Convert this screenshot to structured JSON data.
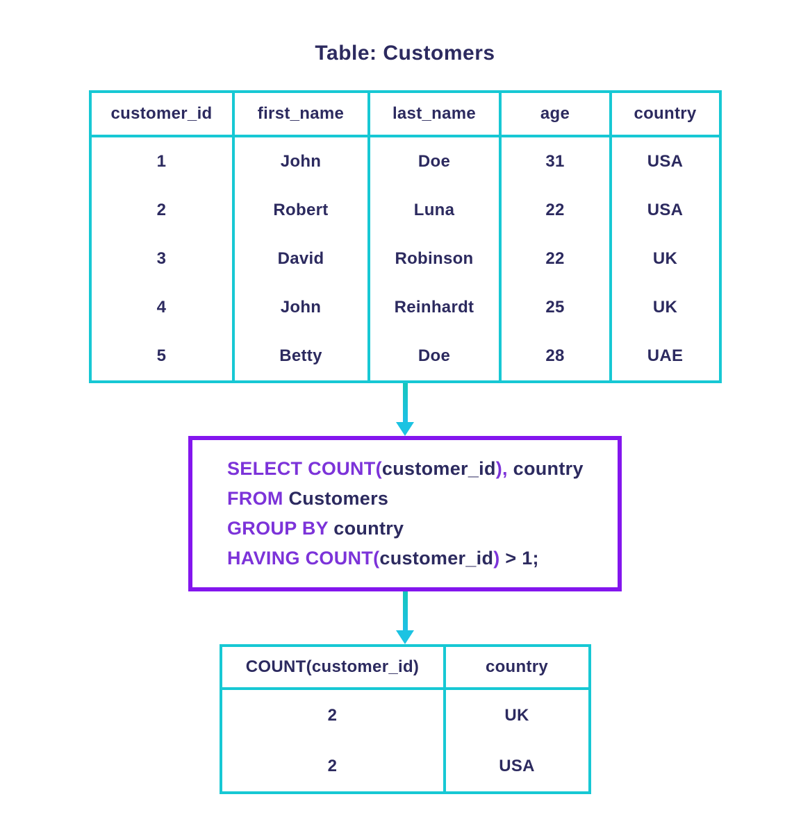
{
  "title": "Table: Customers",
  "colors": {
    "navy": "#2c2a5f",
    "cyan": "#17c8d4",
    "purple_border": "#8316ee",
    "keyword_purple": "#7c33d9",
    "background": "#ffffff"
  },
  "icons": {
    "flow_arrow_1": "arrow-down-icon",
    "flow_arrow_2": "arrow-down-icon"
  },
  "customers_table": {
    "headers": [
      "customer_id",
      "first_name",
      "last_name",
      "age",
      "country"
    ],
    "rows": [
      [
        "1",
        "John",
        "Doe",
        "31",
        "USA"
      ],
      [
        "2",
        "Robert",
        "Luna",
        "22",
        "USA"
      ],
      [
        "3",
        "David",
        "Robinson",
        "22",
        "UK"
      ],
      [
        "4",
        "John",
        "Reinhardt",
        "25",
        "UK"
      ],
      [
        "5",
        "Betty",
        "Doe",
        "28",
        "UAE"
      ]
    ]
  },
  "query": {
    "lines": [
      [
        {
          "text": "SELECT COUNT(",
          "style": "keyword"
        },
        {
          "text": "customer_id",
          "style": "plain"
        },
        {
          "text": "),",
          "style": "keyword"
        },
        {
          "text": " country",
          "style": "plain"
        }
      ],
      [
        {
          "text": "FROM ",
          "style": "keyword"
        },
        {
          "text": "Customers",
          "style": "plain"
        }
      ],
      [
        {
          "text": "GROUP BY ",
          "style": "keyword"
        },
        {
          "text": "country",
          "style": "plain"
        }
      ],
      [
        {
          "text": "HAVING COUNT(",
          "style": "keyword"
        },
        {
          "text": "customer_id",
          "style": "plain"
        },
        {
          "text": ")",
          "style": "keyword"
        },
        {
          "text": " > 1;",
          "style": "plain"
        }
      ]
    ]
  },
  "result_table": {
    "headers": [
      "COUNT(customer_id)",
      "country"
    ],
    "rows": [
      [
        "2",
        "UK"
      ],
      [
        "2",
        "USA"
      ]
    ]
  }
}
